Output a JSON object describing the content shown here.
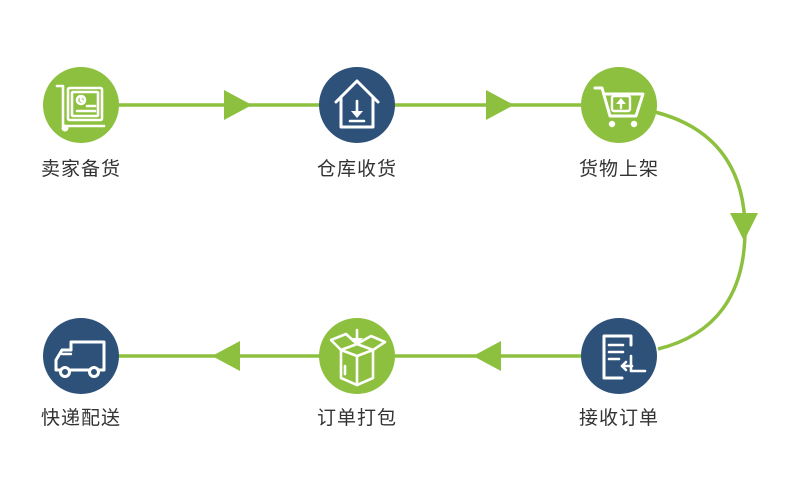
{
  "colors": {
    "green": "#8dc03e",
    "blue": "#2e5179",
    "icon": "#ffffff",
    "text": "#333333"
  },
  "steps": [
    {
      "label": "卖家备货",
      "icon": "hand-truck-icon",
      "color": "green"
    },
    {
      "label": "仓库收货",
      "icon": "warehouse-download-icon",
      "color": "blue"
    },
    {
      "label": "货物上架",
      "icon": "shopping-cart-upload-icon",
      "color": "green"
    },
    {
      "label": "接收订单",
      "icon": "order-document-icon",
      "color": "blue"
    },
    {
      "label": "订单打包",
      "icon": "open-box-icon",
      "color": "green"
    },
    {
      "label": "快递配送",
      "icon": "delivery-truck-icon",
      "color": "blue"
    }
  ]
}
